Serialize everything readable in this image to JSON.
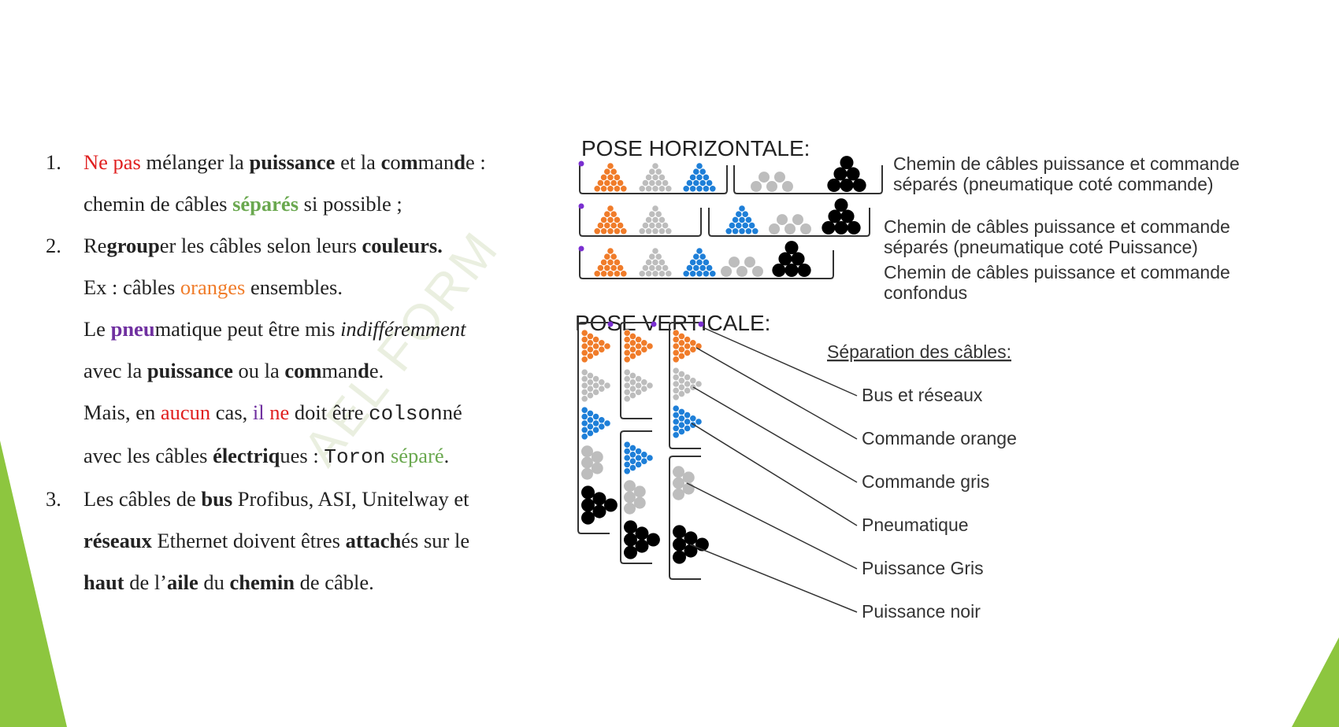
{
  "text": {
    "i1_num": "1.",
    "i1_a": "Ne pas",
    "i1_b": " mélanger  la ",
    "i1_c": "puissance",
    "i1_d": " et la ",
    "i1_e": "c",
    "i1_f": "o",
    "i1_g": "m",
    "i1_h": "man",
    "i1_i": "d",
    "i1_j": "e :",
    "i1_l2a": "chemin  de câbles ",
    "i1_l2b": "séparés",
    "i1_l2c": " si possible  ;",
    "i2_num": "2.",
    "i2_a": "Re",
    "i2_b": "group",
    "i2_c": "er les câbles selon leurs ",
    "i2_d": "couleurs.",
    "i2_l2a": "Ex : câbles ",
    "i2_l2b": "oranges",
    "i2_l2c": " ensembles.",
    "i2_l3a": "Le ",
    "i2_l3b": "pneu",
    "i2_l3c": "matique peut être mis ",
    "i2_l3d": "indifféremment",
    "i2_l4a": "avec la ",
    "i2_l4b": "puissance",
    "i2_l4c": " ou la ",
    "i2_l4d": "com",
    "i2_l4e": "man",
    "i2_l4f": "d",
    "i2_l4g": "e.",
    "i2_l5a": "Mais, en ",
    "i2_l5b": "aucun",
    "i2_l5c": " cas, ",
    "i2_l5d": "il",
    "i2_l5e": " ne",
    "i2_l5f": " doit être ",
    "i2_l5g": "colson",
    "i2_l5h": "né",
    "i2_l6a": "avec les câbles ",
    "i2_l6b": "électriq",
    "i2_l6c": "ues :  ",
    "i2_l6d": "Toron",
    "i2_l6e": " séparé",
    "i2_l6f": ".",
    "i3_num": "3.",
    "i3_a": "Les câbles de ",
    "i3_b": "bus",
    "i3_c": " Profibus, ASI, Unitelway et",
    "i3_l2a": "réseaux",
    "i3_l2b": " Ethernet doivent êtres ",
    "i3_l2c": "attach",
    "i3_l2d": "és sur le",
    "i3_l3a": "haut",
    "i3_l3b": " de l’",
    "i3_l3c": "aile",
    "i3_l3d": " du ",
    "i3_l3e": "chemin",
    "i3_l3f": " de câble."
  },
  "watermark": "AEL  FORM",
  "diagram": {
    "title_h": "POSE HORIZONTALE:",
    "title_v": "POSE VERTICALE:",
    "h1_l1": "Chemin de câbles puissance et commande",
    "h1_l2": "séparés (pneumatique coté commande)",
    "h2_l1": "Chemin de câbles puissance et commande",
    "h2_l2": "séparés (pneumatique coté Puissance)",
    "h3_l1": "Chemin de câbles puissance et commande",
    "h3_l2": "confondus",
    "sep_title": "Séparation des câbles:",
    "leg1": "Bus et réseaux",
    "leg2": "Commande orange",
    "leg3": "Commande gris",
    "leg4": "Pneumatique",
    "leg5": "Puissance Gris",
    "leg6": "Puissance noir"
  },
  "colors": {
    "orange": "#f07c2a",
    "grey": "#bdbdbd",
    "blue": "#1e7fd8",
    "black": "#000000",
    "accent_green": "#8dc63f",
    "purple_dot": "#7a2fd0"
  }
}
